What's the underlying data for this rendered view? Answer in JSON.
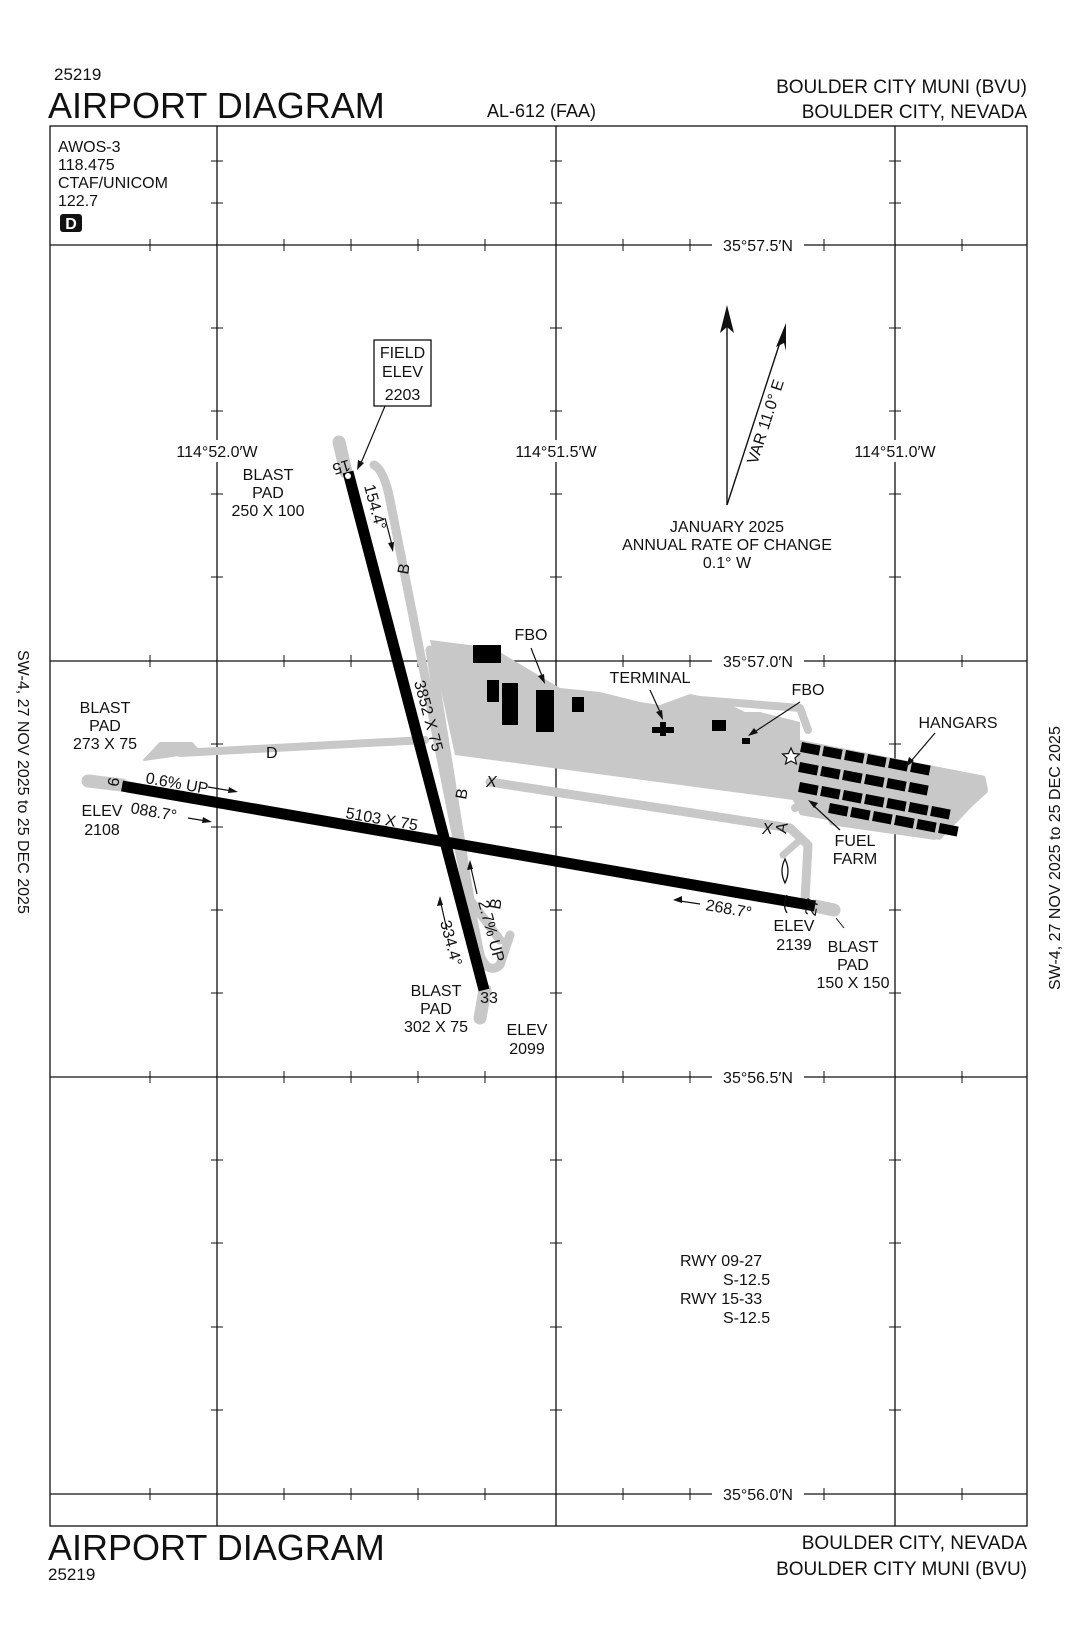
{
  "header": {
    "procedure_number": "25219",
    "title": "AIRPORT DIAGRAM",
    "chart_id": "AL-612 (FAA)",
    "airport_name": "BOULDER CITY MUNI (BVU)",
    "city": "BOULDER CITY, NEVADA"
  },
  "footer": {
    "title": "AIRPORT DIAGRAM",
    "procedure_number": "25219",
    "city": "BOULDER CITY, NEVADA",
    "airport_name": "BOULDER CITY MUNI (BVU)"
  },
  "side_text": {
    "left": "SW-4,  27 NOV 2025  to  25 DEC 2025",
    "right": "SW-4,  27 NOV 2025  to  25 DEC 2025"
  },
  "comms": {
    "lines": [
      "AWOS-3",
      "118.475",
      "CTAF/UNICOM",
      "122.7"
    ],
    "badge": "D"
  },
  "latitudes": [
    "35°57.5′N",
    "35°57.0′N",
    "35°56.5′N",
    "35°56.0′N"
  ],
  "longitudes": [
    "114°52.0′W",
    "114°51.5′W",
    "114°51.0′W"
  ],
  "field_elevation": {
    "lines": [
      "FIELD",
      "ELEV",
      "2203"
    ]
  },
  "magnetic": {
    "variation": "VAR 11.0° E",
    "date_lines": [
      "JANUARY 2025",
      "ANNUAL RATE OF CHANGE",
      "0.1° W"
    ]
  },
  "runways": {
    "rwy_09_27": {
      "end_09": "9",
      "end_27": "27",
      "dimensions": "5103 X 75",
      "heading_09": "088.7°",
      "heading_27": "268.7°",
      "gradient": "0.6% UP",
      "elev_09": [
        "ELEV",
        "2108"
      ],
      "elev_27": [
        "ELEV",
        "2139"
      ],
      "blast_pad_09": [
        "BLAST",
        "PAD",
        "273 X 75"
      ],
      "blast_pad_27": [
        "BLAST",
        "PAD",
        "150 X 150"
      ]
    },
    "rwy_15_33": {
      "end_15": "15",
      "end_33": "33",
      "dimensions": "3852 X 75",
      "heading_15": "154.4°",
      "heading_33": "334.4°",
      "gradient": "2.7% UP",
      "elev_33": [
        "ELEV",
        "2099"
      ],
      "blast_pad_15": [
        "BLAST",
        "PAD",
        "250 X 100"
      ],
      "blast_pad_33": [
        "BLAST",
        "PAD",
        "302 X 75"
      ]
    }
  },
  "taxiways": [
    "B",
    "D",
    "B",
    "B",
    "A"
  ],
  "hotspot_marks": [
    "X",
    "X"
  ],
  "facilities": {
    "fbo_1": "FBO",
    "terminal": "TERMINAL",
    "fbo_2": "FBO",
    "hangars": "HANGARS",
    "fuel_farm": [
      "FUEL",
      "FARM"
    ]
  },
  "runway_strength": [
    "RWY 09-27",
    "S-12.5",
    "RWY 15-33",
    "S-12.5"
  ],
  "colors": {
    "ink": "#111111",
    "pavement": "#c8c8c8",
    "runway": "#000000"
  }
}
